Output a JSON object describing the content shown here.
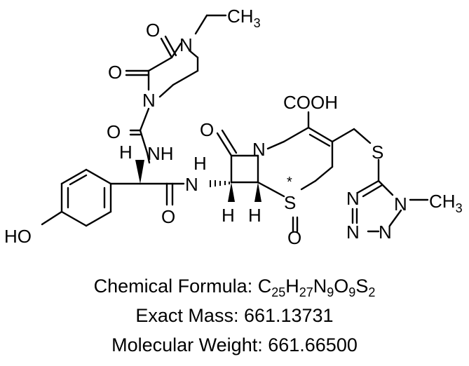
{
  "structure": {
    "atoms": {
      "o_dione_top": "O",
      "o_dione_left": "O",
      "n_ethyl": "N",
      "ethyl_ch3": "CH3",
      "n_piperazine": "N",
      "o_carbamoyl": "O",
      "h_stereo_top": "H",
      "nh_carbamoyl": "NH",
      "h_amide": "H",
      "n_amide": "N",
      "o_lactam": "O",
      "n_beta_lactam": "N",
      "cooh": "COOH",
      "s_thioether": "S",
      "o_amide": "O",
      "s_sulfoxide": "S",
      "stereo_mark": "*",
      "o_sulfoxide": "O",
      "h_c7": "H",
      "h_c6": "H",
      "n_tz_1": "N",
      "n_tz_methyl": "N",
      "tz_ch3": "CH3",
      "n_tz_2": "N",
      "n_tz_3": "N",
      "ho": "HO"
    }
  },
  "caption": {
    "formula_label": "Chemical Formula: ",
    "formula": [
      {
        "t": "C"
      },
      {
        "t": "25",
        "sub": true
      },
      {
        "t": "H"
      },
      {
        "t": "27",
        "sub": true
      },
      {
        "t": "N"
      },
      {
        "t": "9",
        "sub": true
      },
      {
        "t": "O"
      },
      {
        "t": "9",
        "sub": true
      },
      {
        "t": "S"
      },
      {
        "t": "2",
        "sub": true
      }
    ],
    "exact_mass": "Exact Mass: 661.13731",
    "molecular_weight": "Molecular Weight: 661.66500"
  }
}
